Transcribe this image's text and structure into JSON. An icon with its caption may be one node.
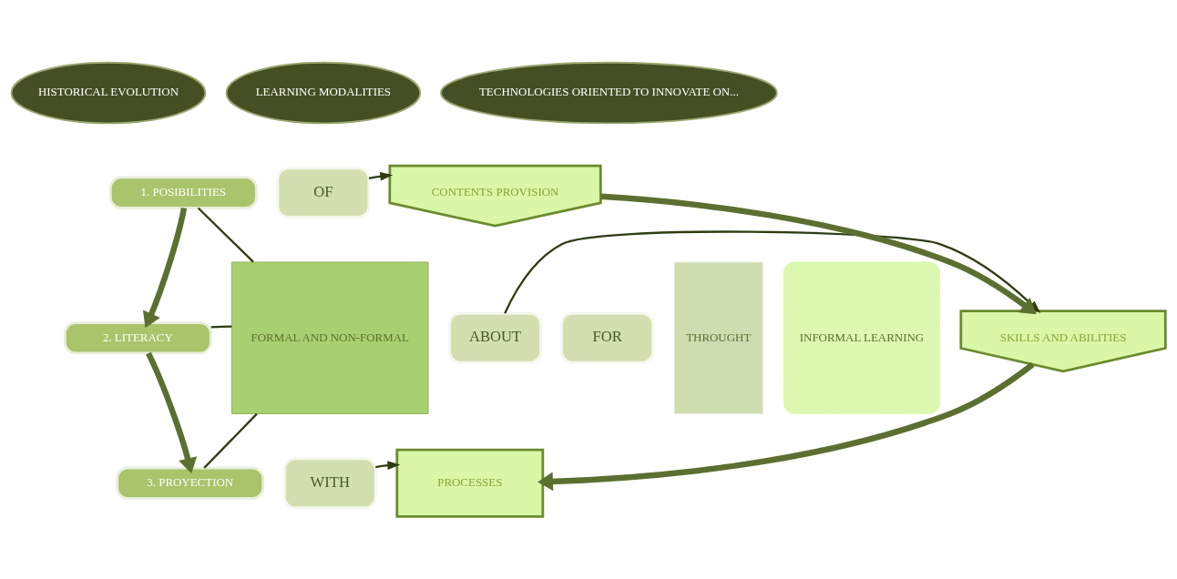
{
  "diagram": {
    "nodes": [
      {
        "text": [
          "HISTORICAL EVOLUTION"
        ]
      },
      {
        "text": [
          "LEARNING MODALITIES"
        ]
      },
      {
        "text": [
          "TECHNOLOGIES ORIENTED TO INNOVATE ON..."
        ]
      },
      {
        "text": [
          "1. POSIBILITIES"
        ]
      },
      {
        "text": [
          "2. LITERACY"
        ]
      },
      {
        "text": [
          "3. PROYECTION"
        ]
      },
      {
        "text": [
          "FORMAL AND NON-FORMAL"
        ]
      },
      {
        "text": [
          "OF"
        ]
      },
      {
        "text": [
          "ABOUT"
        ]
      },
      {
        "text": [
          "FOR"
        ]
      },
      {
        "text": [
          "WITH"
        ]
      },
      {
        "text": [
          "THROUGHT"
        ]
      },
      {
        "text": [
          "INFORMAL LEARNING"
        ]
      },
      {
        "text": [
          "CONTENTS PROVISION"
        ]
      },
      {
        "text": [
          "SKILLS AND ABILITIES"
        ]
      },
      {
        "text": [
          "PROCESSES"
        ]
      }
    ],
    "edges": [
      {
        "from": 3,
        "to": 4,
        "arrow": "to",
        "style": "thick",
        "color": "#5b7030"
      },
      {
        "from": 4,
        "to": 5,
        "arrow": "to",
        "style": "thick",
        "color": "#5b7030"
      },
      {
        "from": 3,
        "to": 6,
        "arrow": "none"
      },
      {
        "from": 4,
        "to": 6,
        "arrow": "none"
      },
      {
        "from": 5,
        "to": 6,
        "arrow": "none"
      },
      {
        "from": 7,
        "to": 13,
        "arrow": "to"
      },
      {
        "from": 8,
        "to": 14,
        "arrow": "to"
      },
      {
        "from": 10,
        "to": 15,
        "arrow": "to"
      },
      {
        "from": 13,
        "to": 14,
        "arrow": "to",
        "style": "thick",
        "color": "#5b7030"
      },
      {
        "from": 14,
        "to": 15,
        "arrow": "to",
        "style": "thick",
        "color": "#5b7030"
      }
    ]
  }
}
